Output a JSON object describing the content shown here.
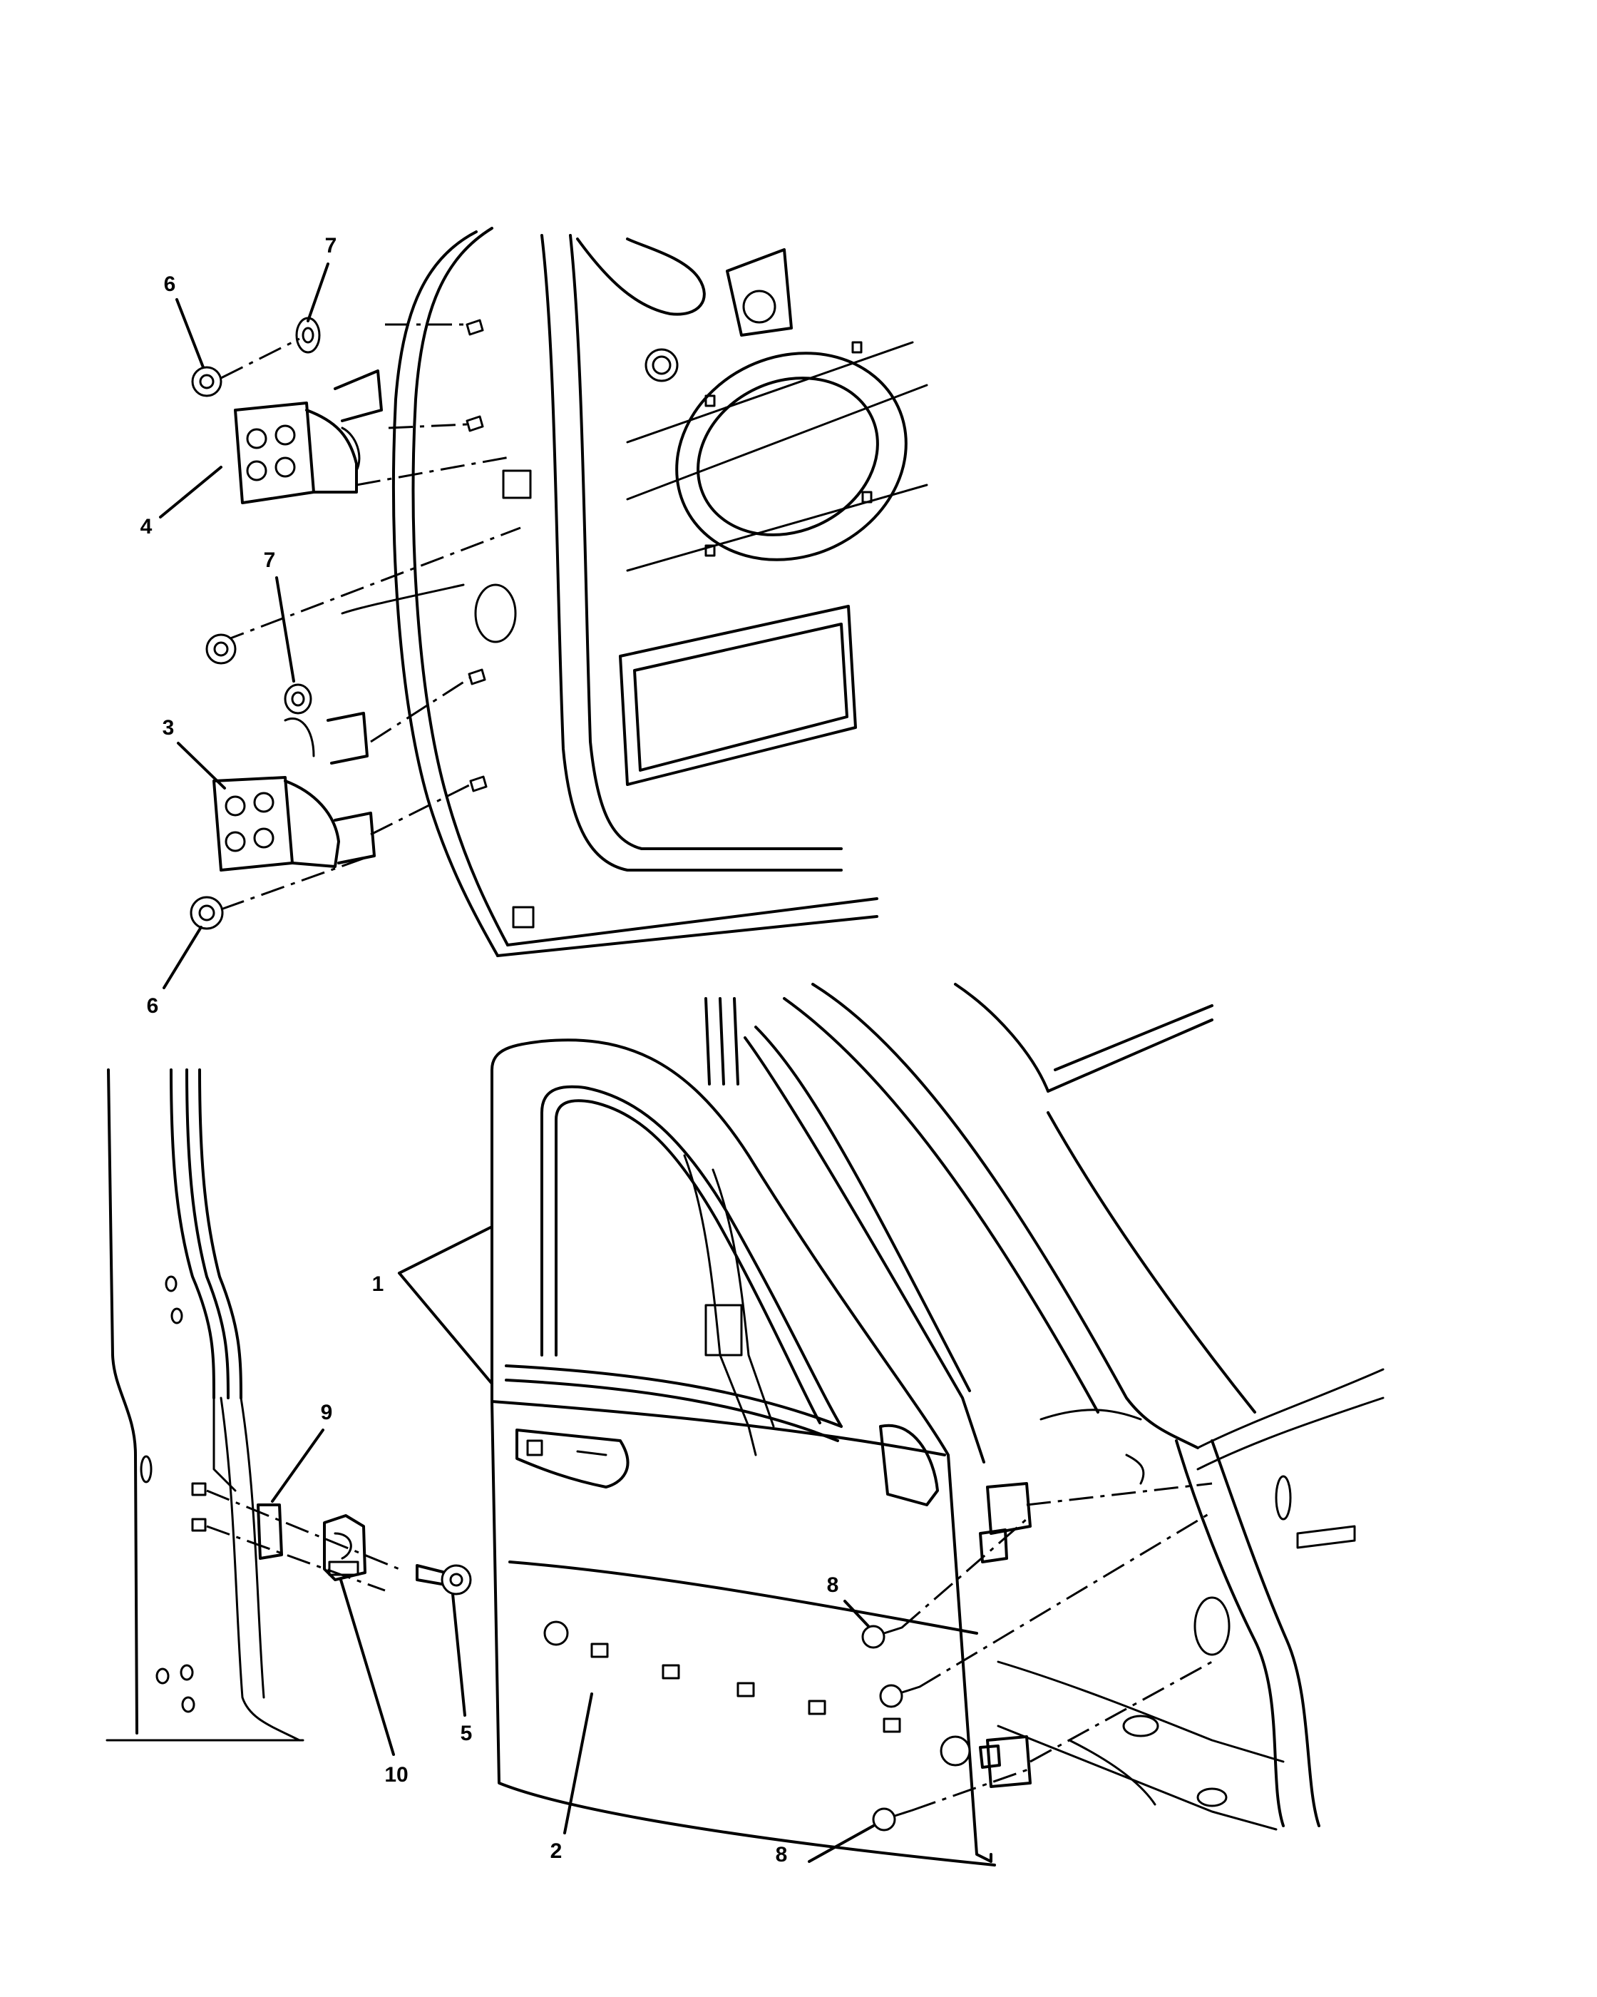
{
  "callouts": [
    {
      "id": "c7a",
      "text": "7"
    },
    {
      "id": "c6a",
      "text": "6"
    },
    {
      "id": "c4",
      "text": "4"
    },
    {
      "id": "c7b",
      "text": "7"
    },
    {
      "id": "c3",
      "text": "3"
    },
    {
      "id": "c6b",
      "text": "6"
    },
    {
      "id": "c1",
      "text": "1"
    },
    {
      "id": "c9",
      "text": "9"
    },
    {
      "id": "c8a",
      "text": "8"
    },
    {
      "id": "c5",
      "text": "5"
    },
    {
      "id": "c10",
      "text": "10"
    },
    {
      "id": "c2",
      "text": "2"
    },
    {
      "id": "c8b",
      "text": "8"
    }
  ]
}
